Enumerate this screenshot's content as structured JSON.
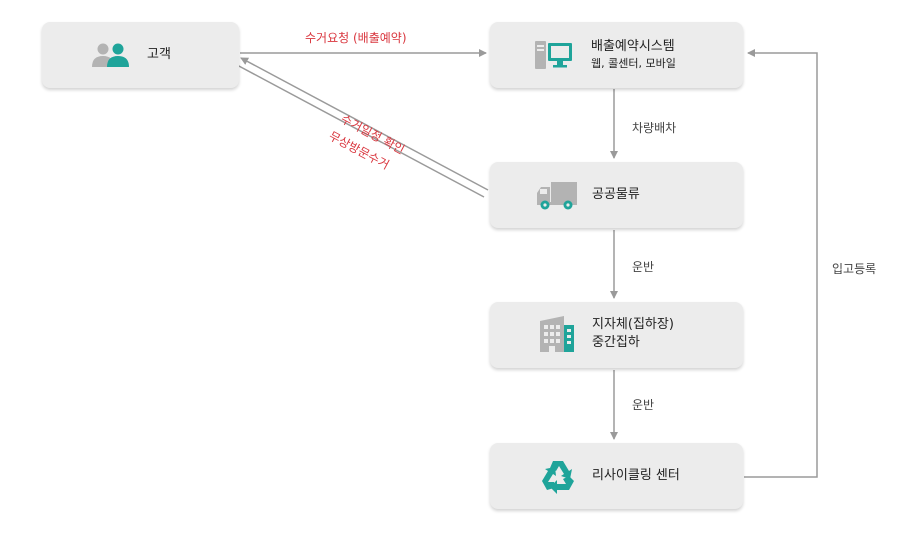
{
  "nodes": {
    "customer": {
      "label": "고객",
      "icon": "people-icon"
    },
    "booking": {
      "label": "배출예약시스템",
      "sub": "웹, 콜센터, 모바일",
      "icon": "computer-icon"
    },
    "logistics": {
      "label": "공공물류",
      "icon": "truck-icon"
    },
    "municipality": {
      "label": "지자체(집하장)",
      "label2": "중간집하",
      "icon": "building-icon"
    },
    "recycling": {
      "label": "리사이클링 센터",
      "icon": "recycle-icon"
    }
  },
  "edges": {
    "request": "수거요청 (배출예약)",
    "confirm": "수거일정 확인",
    "free_pickup": "무상방문수거",
    "dispatch": "차량배차",
    "transport1": "운반",
    "transport2": "운반",
    "register": "입고등록"
  },
  "colors": {
    "accent": "#1fa49a",
    "icon_gray": "#b3b3b3",
    "edge_red": "#d9363e",
    "line": "#9a9a9a",
    "box_bg": "#ececec"
  }
}
